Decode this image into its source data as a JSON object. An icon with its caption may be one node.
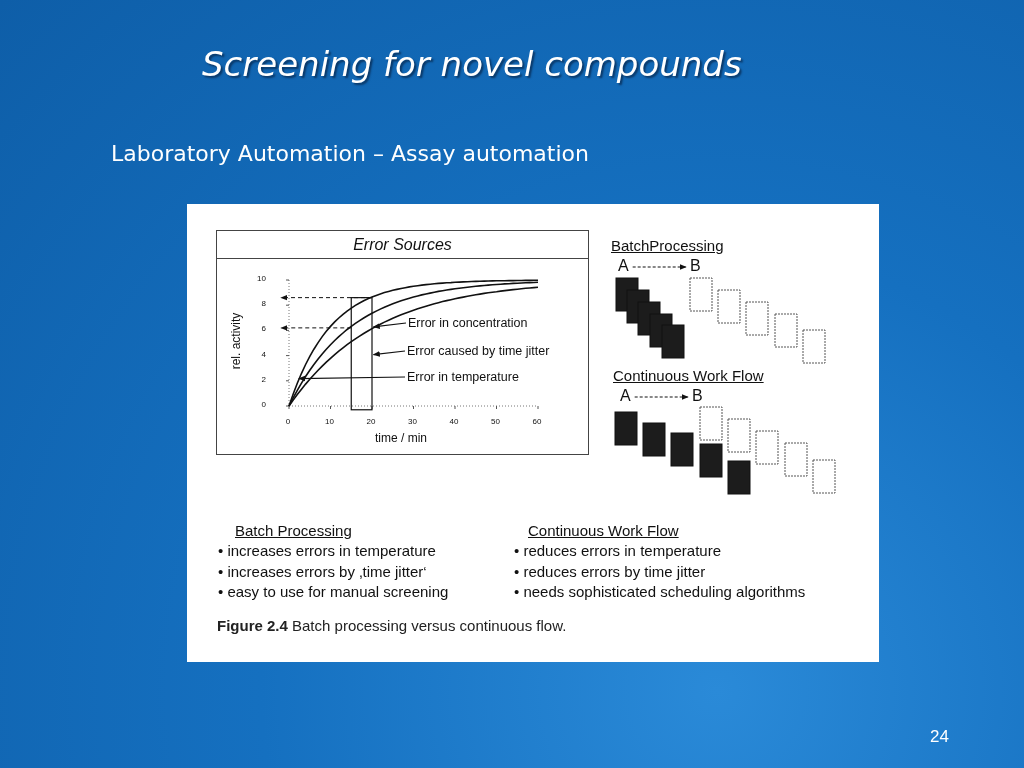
{
  "diagram": {
    "title": "Screening for novel compounds",
    "caption": "**Figure 2.4** Batch processing versus continuous flow.",
    "nodes": [
      {
        "text": [
          "Error Sources"
        ]
      },
      {
        "text": [
          "Error in concentration"
        ],
        "in": 0
      },
      {
        "text": [
          "Error caused by time jitter"
        ],
        "in": 0
      },
      {
        "text": [
          "Error in temperature"
        ],
        "in": 0
      },
      {
        "text": [
          "A"
        ]
      },
      {
        "text": [
          "B"
        ]
      },
      {
        "text": [
          "A"
        ]
      },
      {
        "text": [
          "B"
        ]
      }
    ],
    "edges": [
      {
        "from": 1,
        "to": null,
        "arrow": "to"
      },
      {
        "from": 2,
        "to": null,
        "arrow": "to"
      },
      {
        "from": 3,
        "to": null,
        "arrow": "to"
      },
      {
        "from": 4,
        "to": 5,
        "arrow": "to",
        "style": "dashed"
      },
      {
        "from": 6,
        "to": 7,
        "arrow": "to",
        "style": "dashed"
      }
    ],
    "labels": [
      "Laboratory Automation – Assay automation",
      "BatchProcessing",
      "Continuous Work Flow",
      "10",
      "8",
      "6",
      "4",
      "2",
      "0",
      "rel. activity",
      "0",
      "10",
      "20",
      "30",
      "40",
      "50",
      "60",
      "time / min",
      "Batch Processing",
      "• increases errors in temperature",
      "• increases errors by ‚time jitter‘",
      "• easy to use for manual screening",
      "Continuous Work Flow",
      "• reduces errors in temperature",
      "• reduces errors by time jitter",
      "• needs sophisticated scheduling algorithms",
      "24"
    ]
  }
}
